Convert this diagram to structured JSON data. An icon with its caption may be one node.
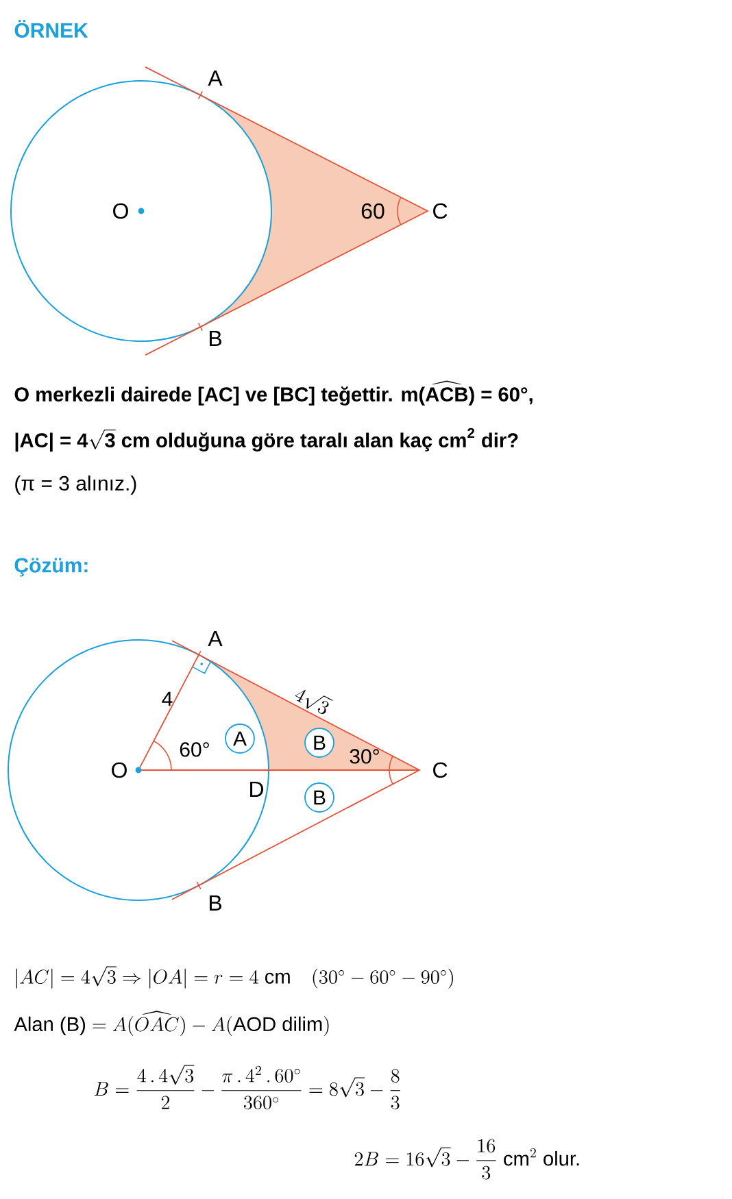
{
  "diagram": {
    "title": "ÖRNEK",
    "nodes": [
      {
        "text": [
          "A"
        ]
      },
      {
        "text": [
          "B"
        ]
      },
      {
        "text": [
          "B"
        ]
      }
    ],
    "labels": [
      "A",
      "O",
      "60",
      "C",
      "B",
      "\\textbf{O merkezli dairede [AC] ve [BC] teğettir. m(}\\widehat{\\textbf{ACB}}\\textbf{) = 60°,}",
      "\\textbf{|AC| = 4}\\sqrt{\\textbf{3}}\\textbf{ cm olduğuna göre taralı alan kaç cm}^{\\textbf{2}}\\textbf{ dir?}",
      "(π = 3 alınız.)",
      "Çözüm:",
      "A",
      "4",
      "4\\sqrt{3}",
      "60°",
      "O",
      "30°",
      "C",
      "D",
      "B",
      "|AC| = 4\\sqrt{3} \\Rightarrow |OA| = r = 4\\text{ cm}\\quad (30^\\circ - 60^\\circ - 90^\\circ)",
      "\\text{Alan (B)} = A(\\widehat{OAC}) - A(\\text{AOD dilim})",
      "B = \\frac{4\\,.\\,4\\sqrt{3}}{2} - \\frac{\\pi\\,.\\,4^2\\,.\\,60^\\circ}{360^\\circ} = 8\\sqrt{3} - \\frac{8}{3}",
      "2B = 16\\sqrt{3} - \\frac{16}{3}\\text{ cm}^2\\text{ olur.}"
    ]
  }
}
